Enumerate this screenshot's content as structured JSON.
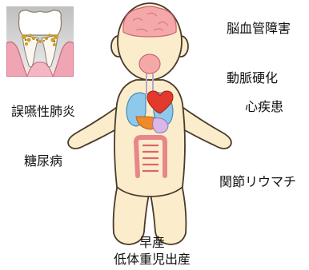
{
  "labels": {
    "stroke": "脳血管障害",
    "arteriosclerosis": "動脈硬化",
    "aspiration_pneumonia": "誤嚥性肺炎",
    "heart_disease": "心疾患",
    "diabetes": "糖尿病",
    "rheumatoid_arthritis": "関節リウマチ",
    "premature_birth": "早産",
    "low_birth_weight": "低体重児出産"
  },
  "colors": {
    "skin": "#fbedcb",
    "outline": "#4a3a2a",
    "brain": "#f4a9a8",
    "mouth": "#f4a9a8",
    "lungs": "#8ec9ec",
    "heart": "#e23a2c",
    "liver": "#ee8a2a",
    "intestine": "#e8868a",
    "gum": "#f0a5b4"
  }
}
